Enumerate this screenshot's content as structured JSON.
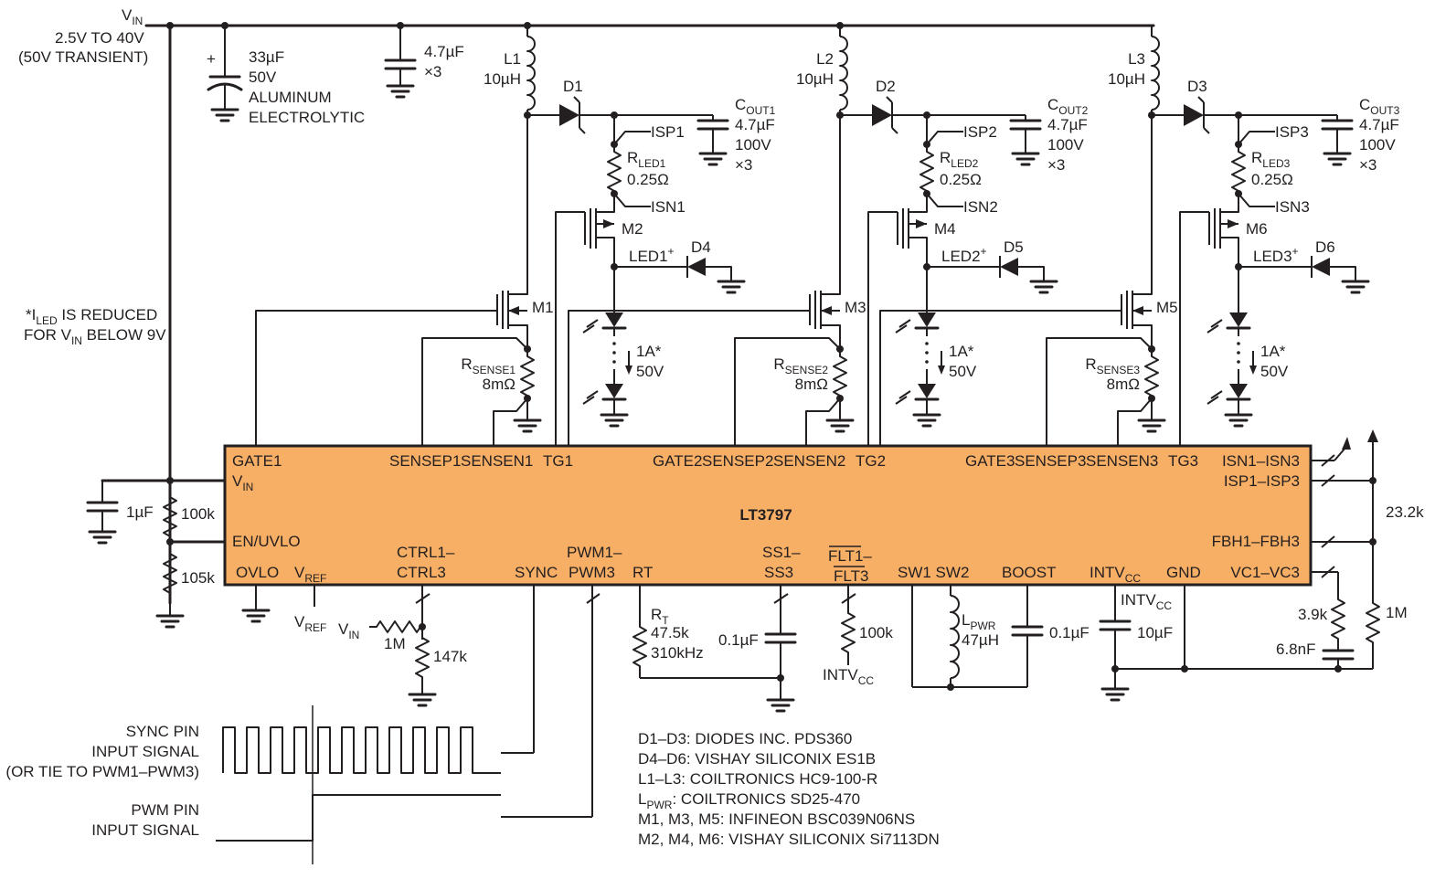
{
  "vin": {
    "name": "V",
    "sub": "IN",
    "range": "2.5V TO 40V",
    "transient": "(50V TRANSIENT)"
  },
  "note": {
    "star": "*I",
    "sub1": "LED",
    "line1_rest": " IS REDUCED",
    "line2_a": "FOR V",
    "sub2": "IN",
    "line2_b": " BELOW 9V"
  },
  "input_caps": {
    "electrolytic": [
      "33µF",
      "50V",
      "ALUMINUM",
      "ELECTROLYTIC"
    ],
    "ceramic": [
      "4.7µF",
      "×3"
    ]
  },
  "chip": {
    "name": "LT3797",
    "color": "#f7ae65",
    "top_pins": [
      "GATE1",
      "SENSEP1",
      "SENSEN1",
      "TG1",
      "GATE2",
      "SENSEP2",
      "SENSEN2",
      "TG2",
      "GATE3",
      "SENSEP3",
      "SENSEN3",
      "TG3"
    ],
    "left_pins": {
      "vin_pin": "V",
      "vin_sub": "IN",
      "en": "EN/UVLO"
    },
    "bottom_pins": {
      "ovlo": "OVLO",
      "vref": "V",
      "vref_sub": "REF",
      "ctrl_a": "CTRL1–",
      "ctrl_b": "CTRL3",
      "sync": "SYNC",
      "pwm_a": "PWM1–",
      "pwm_b": "PWM3",
      "rt": "RT",
      "ss_a": "SS1–",
      "ss_b": "SS3",
      "flt_a": "FLT1–",
      "flt_b": "FLT3",
      "sw": "SW1 SW2",
      "boost": "BOOST",
      "intvcc": "INTV",
      "intvcc_sub": "CC",
      "gnd": "GND",
      "vc": "VC1–VC3"
    },
    "right_pins": [
      "ISN1–ISN3",
      "ISP1–ISP3",
      "FBH1–FBH3"
    ]
  },
  "channels": [
    {
      "L": "L1",
      "Lval": "10µH",
      "D": "D1",
      "cout": "C",
      "cout_sub": "OUT1",
      "cout_vals": [
        "4.7µF",
        "100V",
        "×3"
      ],
      "isp": "ISP1",
      "rled": "R",
      "rled_sub": "LED1",
      "rled_val": "0.25Ω",
      "isn": "ISN1",
      "mp": "M2",
      "led": "LED1",
      "led_sup": "+",
      "dclamp": "D4",
      "current": "1A*",
      "voltage": "50V",
      "mn": "M1",
      "rs": "R",
      "rs_sub": "SENSE1",
      "rs_val": "8mΩ"
    },
    {
      "L": "L2",
      "Lval": "10µH",
      "D": "D2",
      "cout": "C",
      "cout_sub": "OUT2",
      "cout_vals": [
        "4.7µF",
        "100V",
        "×3"
      ],
      "isp": "ISP2",
      "rled": "R",
      "rled_sub": "LED2",
      "rled_val": "0.25Ω",
      "isn": "ISN2",
      "mp": "M4",
      "led": "LED2",
      "led_sup": "+",
      "dclamp": "D5",
      "current": "1A*",
      "voltage": "50V",
      "mn": "M3",
      "rs": "R",
      "rs_sub": "SENSE2",
      "rs_val": "8mΩ"
    },
    {
      "L": "L3",
      "Lval": "10µH",
      "D": "D3",
      "cout": "C",
      "cout_sub": "OUT3",
      "cout_vals": [
        "4.7µF",
        "100V",
        "×3"
      ],
      "isp": "ISP3",
      "rled": "R",
      "rled_sub": "LED3",
      "rled_val": "0.25Ω",
      "isn": "ISN3",
      "mp": "M6",
      "led": "LED3",
      "led_sup": "+",
      "dclamp": "D6",
      "current": "1A*",
      "voltage": "50V",
      "mn": "M5",
      "rs": "R",
      "rs_sub": "SENSE3",
      "rs_val": "8mΩ"
    }
  ],
  "support": {
    "c_vin": "1µF",
    "r_top": "100k",
    "r_bot": "105k",
    "ctrl_vin": "V",
    "ctrl_vin_sub": "IN",
    "ctrl_r1": "1M",
    "ctrl_r2": "147k",
    "rt_name": "R",
    "rt_sub": "T",
    "rt_val": "47.5k",
    "rt_freq": "310kHz",
    "c_ss": "0.1µF",
    "r_flt": "100k",
    "flt_intvcc": "INTV",
    "flt_intvcc_sub": "CC",
    "lpwr": "L",
    "lpwr_sub": "PWR",
    "lpwr_val": "47µH",
    "c_boost": "0.1µF",
    "intvcc_out": "INTV",
    "intvcc_out_sub": "CC",
    "c_intvcc": "10µF",
    "r_vc": "3.9k",
    "c_vc": "6.8nF",
    "r_fb_top": "23.2k",
    "r_fb_bot": "1M"
  },
  "waveforms": {
    "sync_label": [
      "SYNC PIN",
      "INPUT SIGNAL",
      "(OR TIE TO PWM1–PWM3)"
    ],
    "pwm_label": [
      "PWM PIN",
      "INPUT SIGNAL"
    ]
  },
  "bom": [
    "D1–D3: DIODES INC. PDS360",
    "D4–D6: VISHAY SILICONIX ES1B",
    "L1–L3: COILTRONICS HC9-100-R",
    "L_PWR: COILTRONICS SD25-470",
    "M1, M3, M5: INFINEON BSC039N06NS",
    "M2, M4, M6: VISHAY SILICONIX Si7113DN"
  ],
  "bom_lpwr": {
    "a": "L",
    "sub": "PWR",
    "rest": ": COILTRONICS SD25-470"
  }
}
